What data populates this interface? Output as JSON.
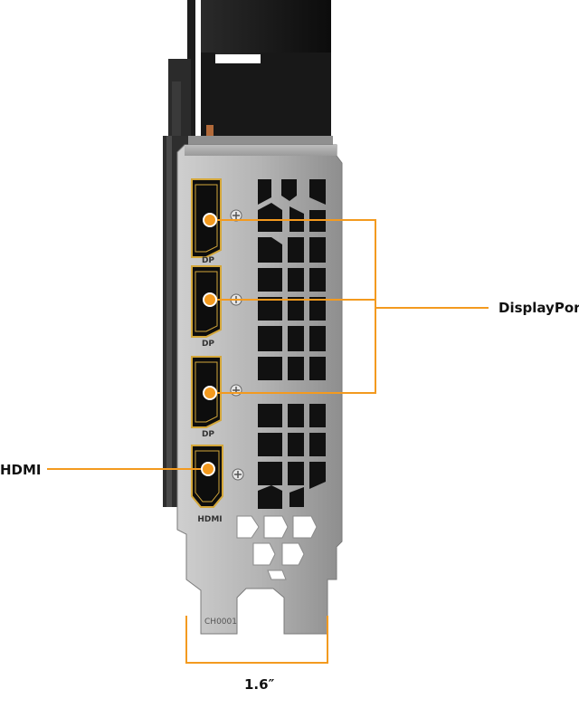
{
  "callouts": {
    "displayport": "DisplayPort",
    "hdmi": "HDMI",
    "width": "1.6″"
  },
  "bracket_text": {
    "port1": "DP",
    "port2": "DP",
    "port3": "DP",
    "port4": "HDMI",
    "stamp": "CH0001"
  },
  "colors": {
    "callout_line": "#f39a1f",
    "port_dot": "#f39a1f",
    "connector_gold": "#d4a73a",
    "bracket_metal": "#a9a9a9",
    "heatsink": "#141414"
  }
}
